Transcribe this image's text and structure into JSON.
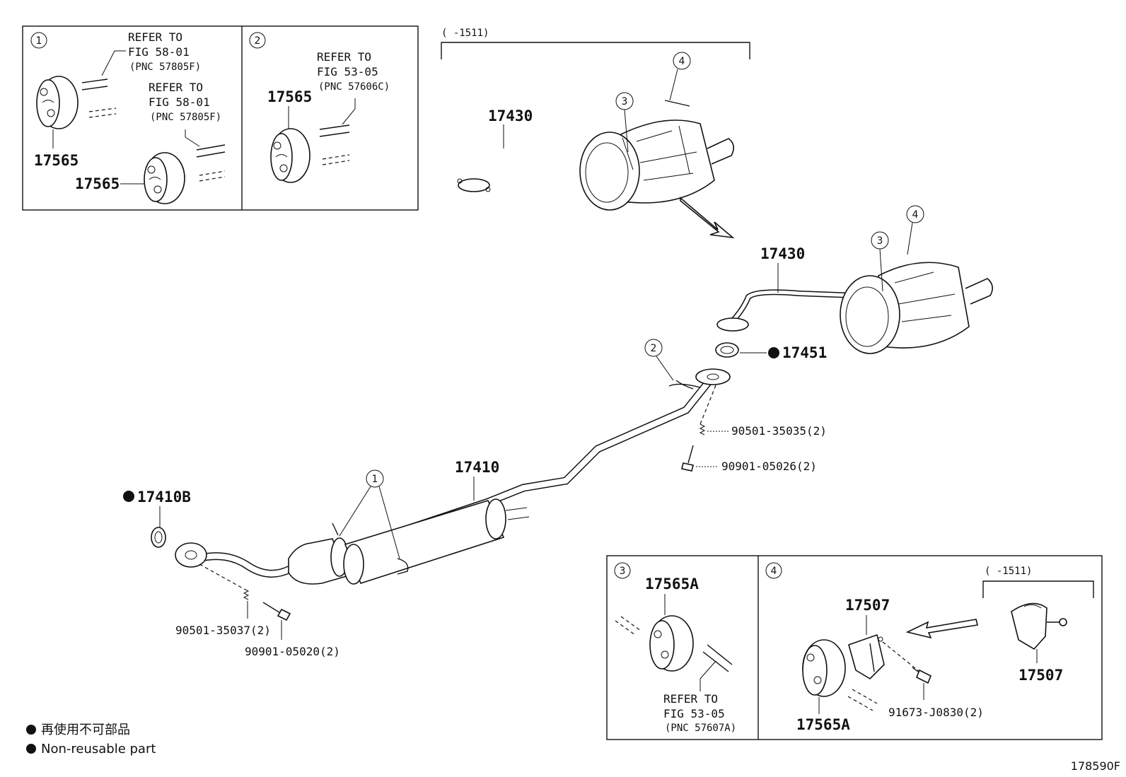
{
  "refer_to": "REFER TO",
  "fig_58_01": "FIG 58-01",
  "fig_53_05": "FIG 53-05",
  "pnc_57805f": "(PNC 57805F)",
  "pnc_57606c": "(PNC 57606C)",
  "pnc_57607a": "(PNC 57607A)",
  "date_range": "(    -1511)",
  "callouts": [
    "1",
    "2",
    "3",
    "4"
  ],
  "parts": {
    "hanger_17565": "17565",
    "hanger_17565a": "17565A",
    "tail_pipe_17430": "17430",
    "gasket_17451": "17451",
    "front_pipe_17410": "17410",
    "gasket_17410b": "17410B",
    "spring_90501_35035": "90501-35035(2)",
    "bolt_90901_05026": "90901-05026(2)",
    "spring_90501_35037": "90501-35037(2)",
    "bolt_90901_05020": "90901-05020(2)",
    "bracket_17507": "17507",
    "bolt_91673_j0830": "91673-J0830(2)"
  },
  "legend": {
    "jp": "再使用不可部品",
    "en": "Non-reusable part"
  },
  "figure_code": "178590F"
}
